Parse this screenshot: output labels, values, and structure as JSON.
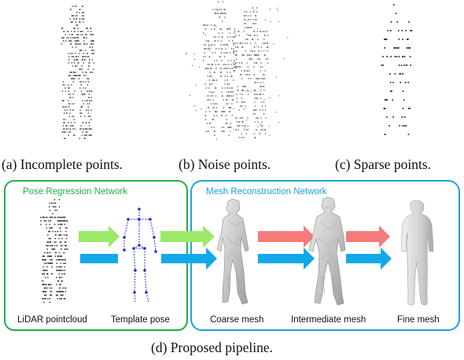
{
  "captions": {
    "a": "(a) Incomplete points.",
    "b": "(b) Noise points.",
    "c": "(c) Sparse points.",
    "d": "(d) Proposed pipeline."
  },
  "pose_box": {
    "title": "Pose Regression Network",
    "color": "#22b04a"
  },
  "mesh_box": {
    "title": "Mesh Reconstruction Network",
    "color": "#1aa3db"
  },
  "labels": {
    "lidar": "LiDAR pointcloud",
    "template": "Template pose",
    "coarse": "Coarse mesh",
    "intermediate": "Intermediate mesh",
    "fine": "Fine mesh"
  },
  "arrow_colors": {
    "green": "#9be86a",
    "blue": "#12a9e8",
    "red": "#f47b7b"
  },
  "skeleton_color": "#2233cc"
}
